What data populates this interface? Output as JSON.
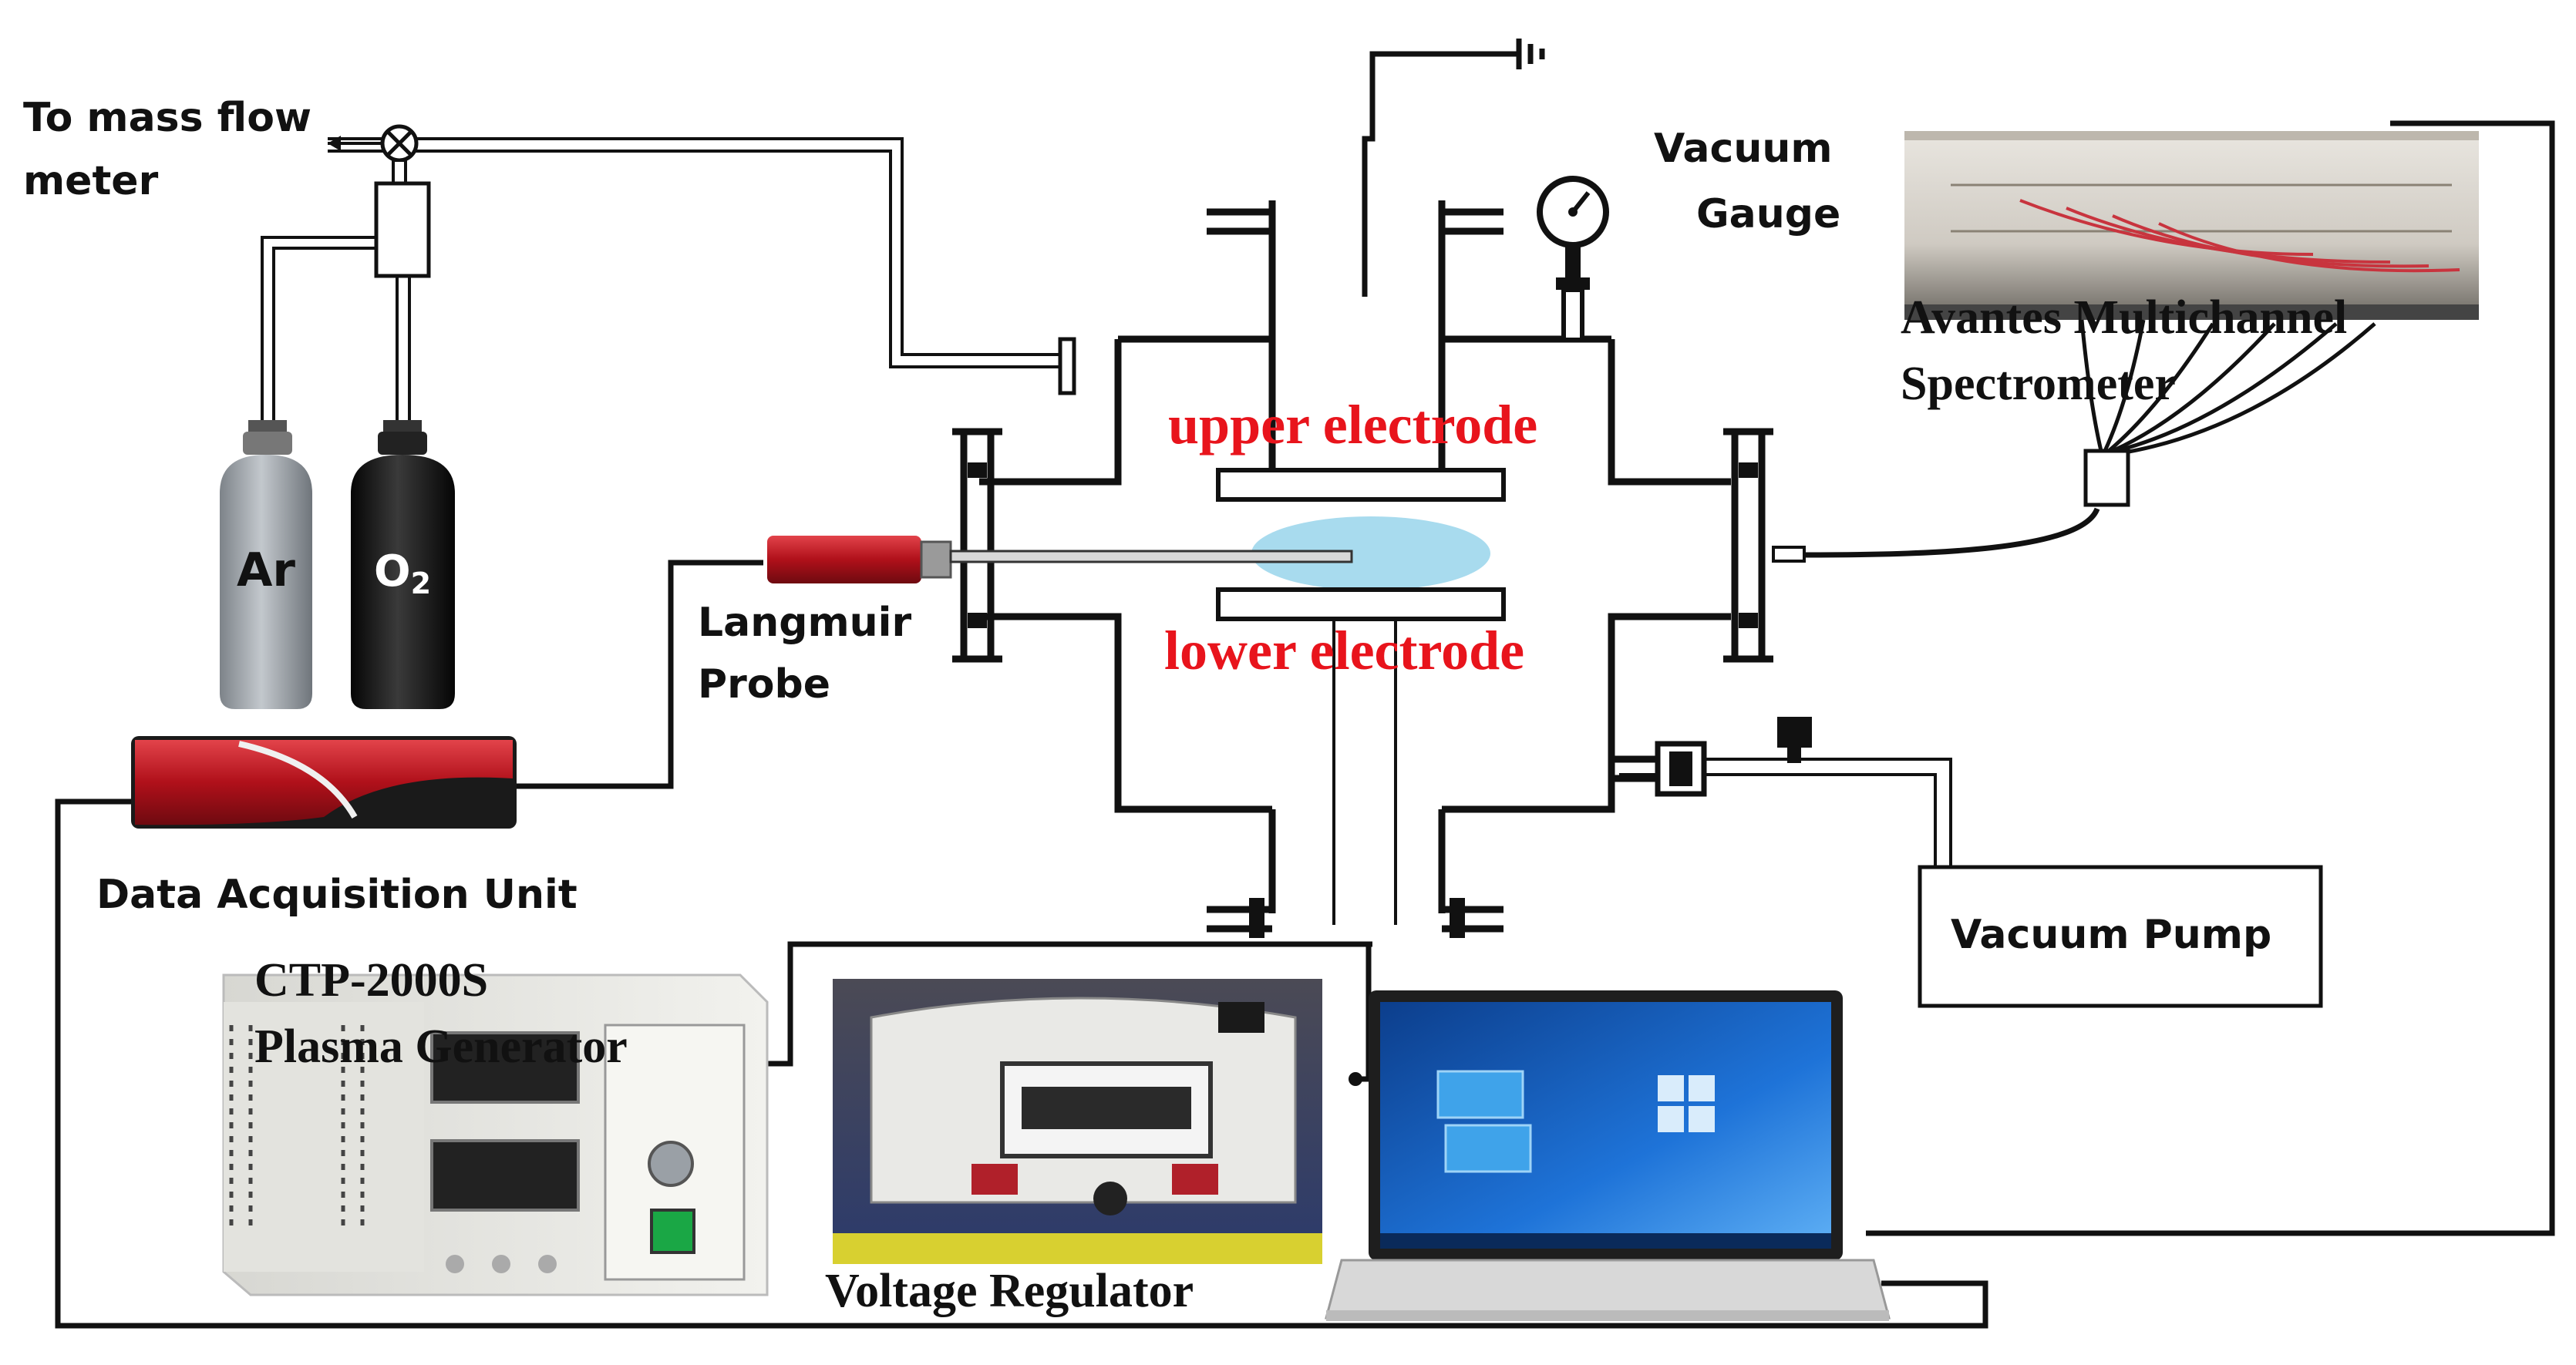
{
  "labels": {
    "mass_flow": [
      "To mass flow",
      "meter"
    ],
    "vacuum_gauge": [
      "Vacuum",
      "Gauge"
    ],
    "spectrometer": [
      "Avantes Multichannel",
      "Spectrometer"
    ],
    "upper_electrode": "upper electrode",
    "lower_electrode": "lower electrode",
    "langmuir_probe": [
      "Langmuir",
      "Probe"
    ],
    "data_acquisition": "Data Acquisition Unit",
    "plasma_generator": [
      "CTP-2000S",
      "Plasma Generator"
    ],
    "voltage_regulator": "Voltage Regulator",
    "vacuum_pump": "Vacuum Pump"
  },
  "cylinders": {
    "ar": "Ar",
    "o2": "O",
    "o2_subscript": "2"
  },
  "colors": {
    "electrode_label": "#e8141c",
    "plasma_glow": "#a8dbee",
    "probe_red": "#c0141c",
    "cylinder_grey": "#9aa0a6",
    "cylinder_black": "#1a1a1a",
    "laptop_screen": "#1e73d8"
  }
}
